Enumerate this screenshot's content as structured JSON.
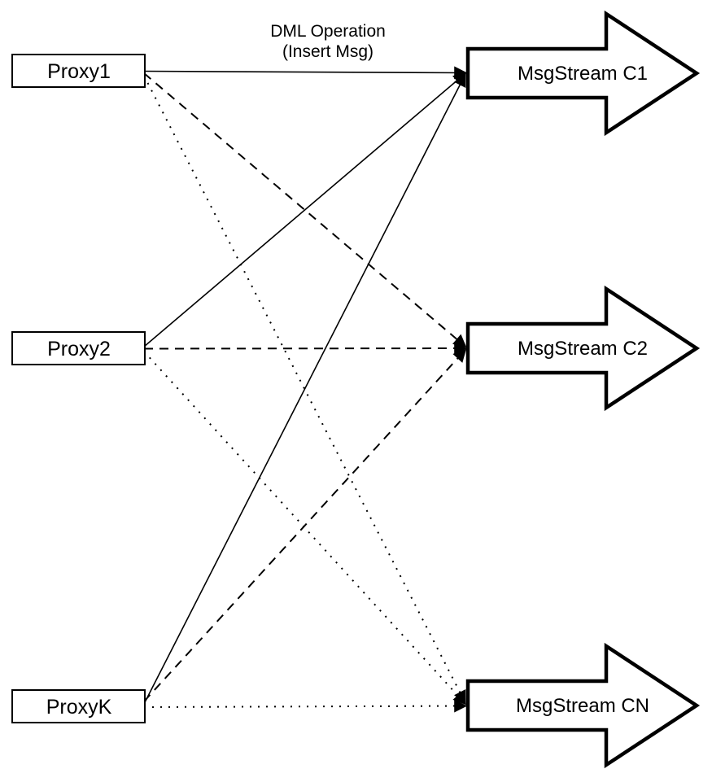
{
  "diagram": {
    "caption": {
      "line1": "DML Operation",
      "line2": "(Insert Msg)"
    },
    "proxies": [
      {
        "label": "Proxy1"
      },
      {
        "label": "Proxy2"
      },
      {
        "label": "ProxyK"
      }
    ],
    "streams": [
      {
        "label": "MsgStream C1"
      },
      {
        "label": "MsgStream C2"
      },
      {
        "label": "MsgStream CN"
      }
    ],
    "edges": [
      {
        "from": "Proxy1",
        "to": "MsgStream C1",
        "style": "solid"
      },
      {
        "from": "Proxy1",
        "to": "MsgStream C2",
        "style": "dashed"
      },
      {
        "from": "Proxy1",
        "to": "MsgStream CN",
        "style": "dotted"
      },
      {
        "from": "Proxy2",
        "to": "MsgStream C1",
        "style": "solid"
      },
      {
        "from": "Proxy2",
        "to": "MsgStream C2",
        "style": "dashed"
      },
      {
        "from": "Proxy2",
        "to": "MsgStream CN",
        "style": "dotted"
      },
      {
        "from": "ProxyK",
        "to": "MsgStream C1",
        "style": "solid"
      },
      {
        "from": "ProxyK",
        "to": "MsgStream C2",
        "style": "dashed"
      },
      {
        "from": "ProxyK",
        "to": "MsgStream CN",
        "style": "dotted"
      }
    ],
    "colors": {
      "stroke": "#000000",
      "fill": "#ffffff",
      "background": "#ffffff"
    }
  }
}
